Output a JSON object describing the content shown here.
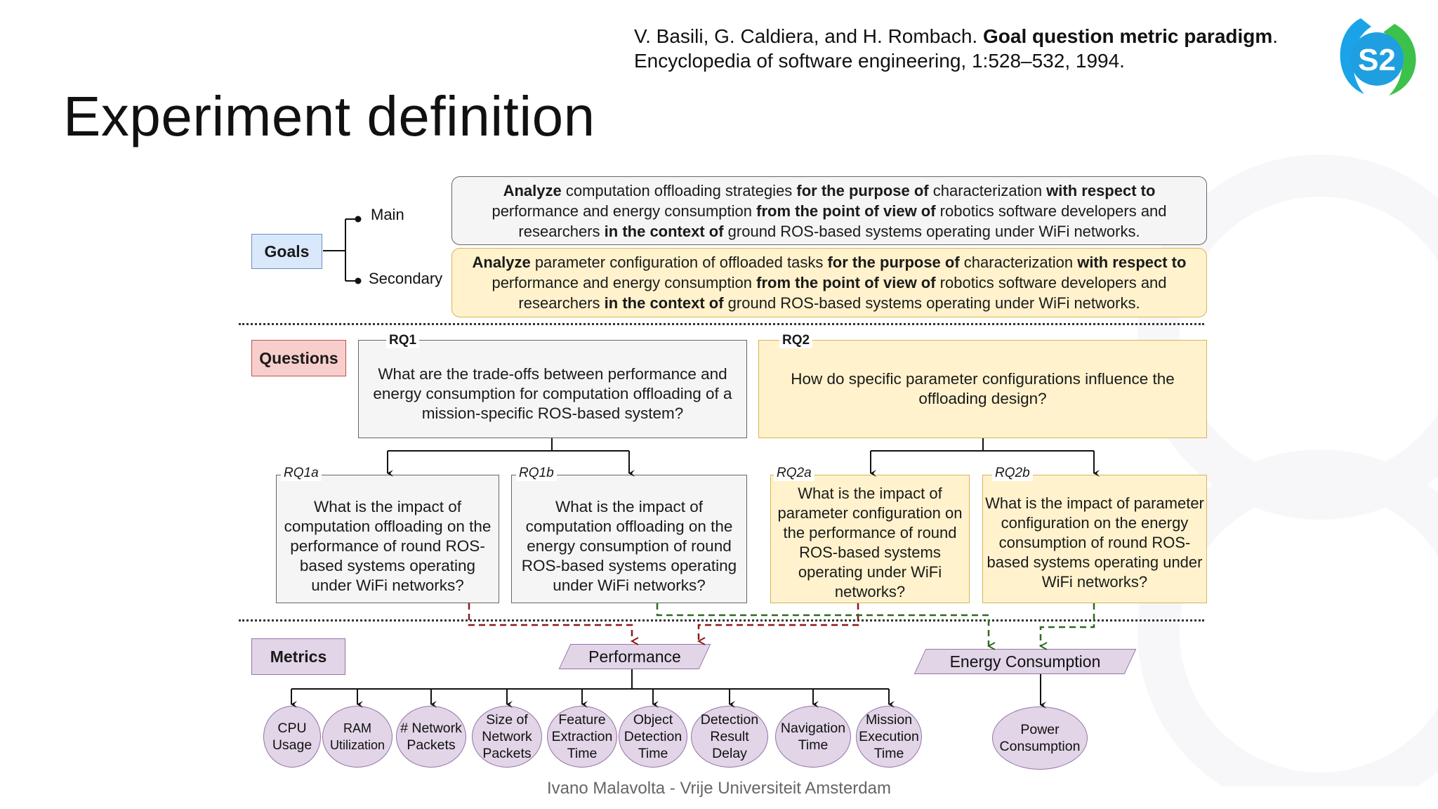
{
  "citation": {
    "line1_plain": "V. Basili, G. Caldiera, and H. Rombach. ",
    "line1_bold": "Goal question metric paradigm",
    "line1_end": ".",
    "line2": "Encyclopedia of software engineering, 1:528–532, 1994."
  },
  "title": "Experiment definition",
  "logo_text": "S2",
  "tags": {
    "goals": "Goals",
    "questions": "Questions",
    "metrics": "Metrics"
  },
  "goals": {
    "main_label": "Main",
    "secondary_label": "Secondary",
    "main": {
      "analyze_kw": "Analyze",
      "object": " computation offloading strategies ",
      "purpose_kw": "for the purpose of",
      "purpose": " characterization ",
      "respect_kw": "with respect to",
      "quality": " performance and energy consumption ",
      "viewpoint_kw": "from the point of view of",
      "viewpoint": " robotics software developers and researchers ",
      "context_kw": "in the context of",
      "context": " ground ROS-based systems operating under WiFi networks."
    },
    "secondary": {
      "analyze_kw": "Analyze",
      "object": " parameter configuration of offloaded tasks ",
      "purpose_kw": "for the purpose of",
      "purpose": " characterization ",
      "respect_kw": "with respect to",
      "quality": " performance and energy consumption ",
      "viewpoint_kw": "from the point of view of",
      "viewpoint": " robotics software developers and researchers ",
      "context_kw": "in the context of",
      "context": " ground ROS-based systems operating under WiFi networks."
    }
  },
  "questions": {
    "rq1": {
      "id": "RQ1",
      "text": "What are the trade-offs between performance and energy consumption for computation offloading of a mission-specific ROS-based system?"
    },
    "rq2": {
      "id": "RQ2",
      "text": "How do specific parameter configurations influence the offloading design?"
    },
    "rq1a": {
      "id": "RQ1a",
      "text": "What is the impact of computation offloading on the performance of round ROS-based systems operating under WiFi networks?"
    },
    "rq1b": {
      "id": "RQ1b",
      "text": "What is the impact of computation offloading on the energy consumption of round ROS-based systems operating under WiFi networks?"
    },
    "rq2a": {
      "id": "RQ2a",
      "text": "What is the impact of parameter configuration on the performance of round ROS-based systems operating under WiFi networks?"
    },
    "rq2b": {
      "id": "RQ2b",
      "text": "What is the impact of parameter configuration on the energy consumption of round ROS-based systems operating under WiFi networks?"
    }
  },
  "metrics": {
    "performance": "Performance",
    "energy": "Energy Consumption",
    "performance_items": [
      "CPU Usage",
      "RAM Utilization",
      "# Network Packets",
      "Size of Network Packets",
      "Feature Extraction Time",
      "Object Detection Time",
      "Detection Result Delay",
      "Navigation Time",
      "Mission Execution Time"
    ],
    "energy_items": [
      "Power Consumption"
    ]
  },
  "footer": "Ivano Malavolta - Vrije Universiteit Amsterdam",
  "colors": {
    "goals_fill": "#dae8fc",
    "questions_fill": "#f8cecc",
    "metrics_fill": "#e1d5e7",
    "secondary_fill": "#fff2cc",
    "perf_link": "#8b1a1a",
    "energy_link": "#2e6b1e"
  }
}
